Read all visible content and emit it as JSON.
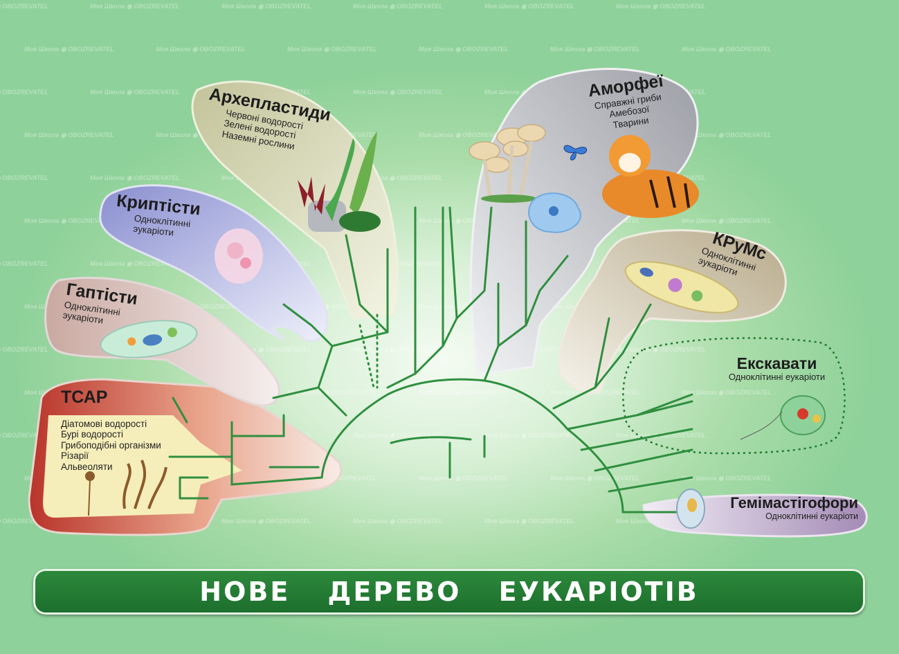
{
  "diagram": {
    "title": "НОВЕ    ДЕРЕВО    ЕУКАРІОТІВ",
    "groups": {
      "tsar": {
        "name": "ТСАР",
        "items": [
          "Діатомові водорості",
          "Бурі водорості",
          "Грибоподібні організми",
          "Різарії",
          "Альвеоляти"
        ]
      },
      "haptists": {
        "name": "Гаптісти",
        "desc": "Одноклітинні эукаріоти"
      },
      "cryptists": {
        "name": "Криптісти",
        "desc": "Одноклітинні эукаріоти"
      },
      "archaeplastida": {
        "name": "Архепластиди",
        "items": [
          "Червоні водорості",
          "Зелені водорості",
          "Наземні рослини"
        ]
      },
      "amorphea": {
        "name": "Аморфеї",
        "items": [
          "Справжні гриби",
          "Амебозої",
          "Тварини"
        ]
      },
      "crums": {
        "name": "КРуМс",
        "desc": "Одноклітинні эукаріоти"
      },
      "excavates": {
        "name": "Екскавати",
        "desc": "Одноклітинні еукаріоти"
      },
      "hemimastigophora": {
        "name": "Гемімастігофори",
        "desc": "Одноклітинні еукаріоти"
      }
    },
    "watermark": {
      "brand_a": "Моя Школа",
      "brand_b": "OBOZREVATEL"
    },
    "colors": {
      "tree": "#2f8f3f",
      "banner": "#1f7a2e",
      "tsar": "#c0392b"
    }
  }
}
